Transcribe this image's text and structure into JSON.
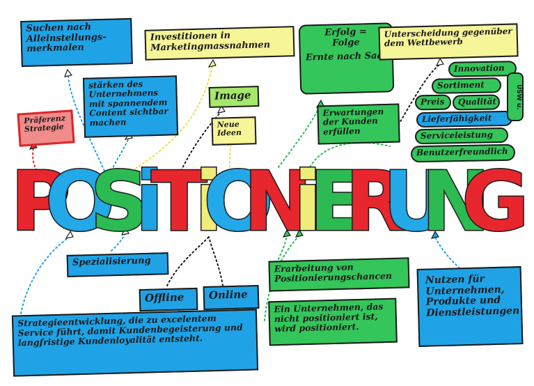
{
  "title_letters": [
    {
      "ch": "P",
      "color": "#e8262e"
    },
    {
      "ch": "O",
      "color": "#23a8e8"
    },
    {
      "ch": "S",
      "color": "#2bbb52"
    },
    {
      "ch": "i",
      "color": "#1fa3e6"
    },
    {
      "ch": "T",
      "color": "#e8262e"
    },
    {
      "ch": "i",
      "color": "#f0ec7a"
    },
    {
      "ch": "O",
      "color": "#23a8e8"
    },
    {
      "ch": "N",
      "color": "#e8262e"
    },
    {
      "ch": "i",
      "color": "#f0ec7a"
    },
    {
      "ch": "E",
      "color": "#2bbb52"
    },
    {
      "ch": "R",
      "color": "#e8262e"
    },
    {
      "ch": "U",
      "color": "#23a8e8"
    },
    {
      "ch": "N",
      "color": "#2bbb52"
    },
    {
      "ch": "G",
      "color": "#e8262e"
    }
  ],
  "nodes": {
    "alleinstellung": "Suchen nach Alleinstellungs-merkmalen",
    "praeferenz": "Präferenz Strategie",
    "staerken": "stärken des Unternehmens mit spannendem Content sichtbar machen",
    "investitionen": "Investitionen in Marketingmassnahmen",
    "image": "Image",
    "neue_ideen": "Neue Ideen",
    "erfolg": "Erfolg = Folge",
    "ernte": "Ernte nach Saat",
    "erwartungen": "Erwartungen der Kunden erfüllen",
    "unterscheidung": "Unterscheidung gegenüber dem Wettbewerb",
    "spezialisierung": "Spezialisierung",
    "offline": "Offline",
    "online": "Online",
    "strategie": "Strategieentwicklung, die zu excelentem Service führt, damit Kundenbegeisterung und langfristige Kundenloyalität entsteht.",
    "erarbeitung": "Erarbeitung von Positionierungschancen",
    "nicht_positioniert": "Ein Unternehmen, das nicht positioniert ist, wird positioniert.",
    "nutzen": "Nutzen für Unternehmen, Produkte und Dienstleistungen"
  },
  "differentiators": {
    "innovation": "Innovation",
    "sortiment": "Sortiment",
    "preis": "Preis",
    "qualitaet": "Qualität",
    "lieferfaehigkeit": "Lieferfähigkeit",
    "serviceleistung": "Serviceleistung",
    "benutzerfreundlich": "Benutzerfreundlich",
    "vertical_tag": "USW u."
  }
}
